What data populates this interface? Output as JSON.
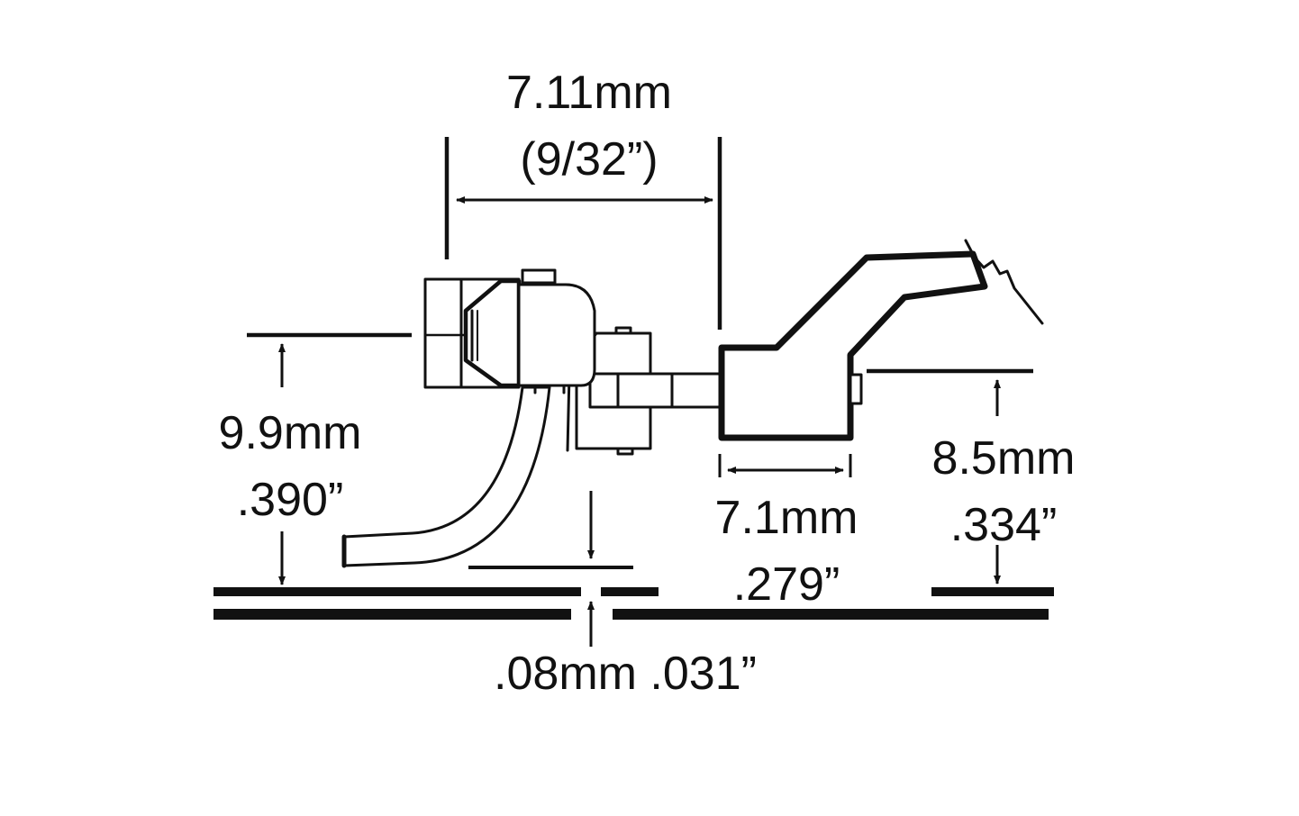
{
  "colors": {
    "ink": "#111111",
    "background": "#ffffff"
  },
  "labels": {
    "knuckle_spacing_mm": "7.11mm",
    "knuckle_spacing_in": "(9/32”)",
    "coupler_height_mm": "9.9mm",
    "coupler_height_in": ".390”",
    "shank_width_mm": "7.1mm",
    "shank_width_in": ".279”",
    "shank_height_mm": "8.5mm",
    "shank_height_in": ".334”",
    "trip_pin_clearance": ".08mm .031”"
  }
}
